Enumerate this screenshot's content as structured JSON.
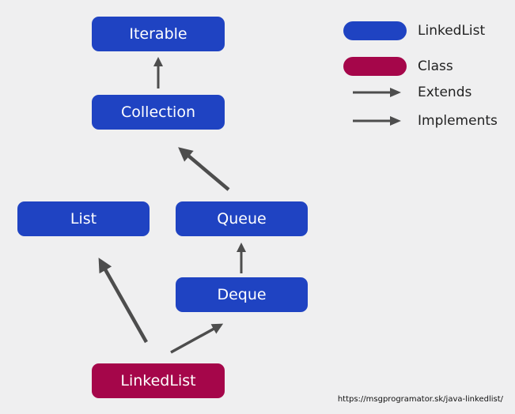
{
  "nodes": {
    "iterable": "Iterable",
    "collection": "Collection",
    "list": "List",
    "queue": "Queue",
    "deque": "Deque",
    "linkedlist": "LinkedList"
  },
  "legend": {
    "linkedlist": "LinkedList",
    "class": "Class",
    "extends": "Extends",
    "implements": "Implements"
  },
  "source_url": "https://msgprogramator.sk/java-linkedlist/",
  "colors": {
    "background": "#efeff0",
    "interface": "#1f43c2",
    "class": "#a5064a",
    "arrow": "#4d4d4d"
  }
}
